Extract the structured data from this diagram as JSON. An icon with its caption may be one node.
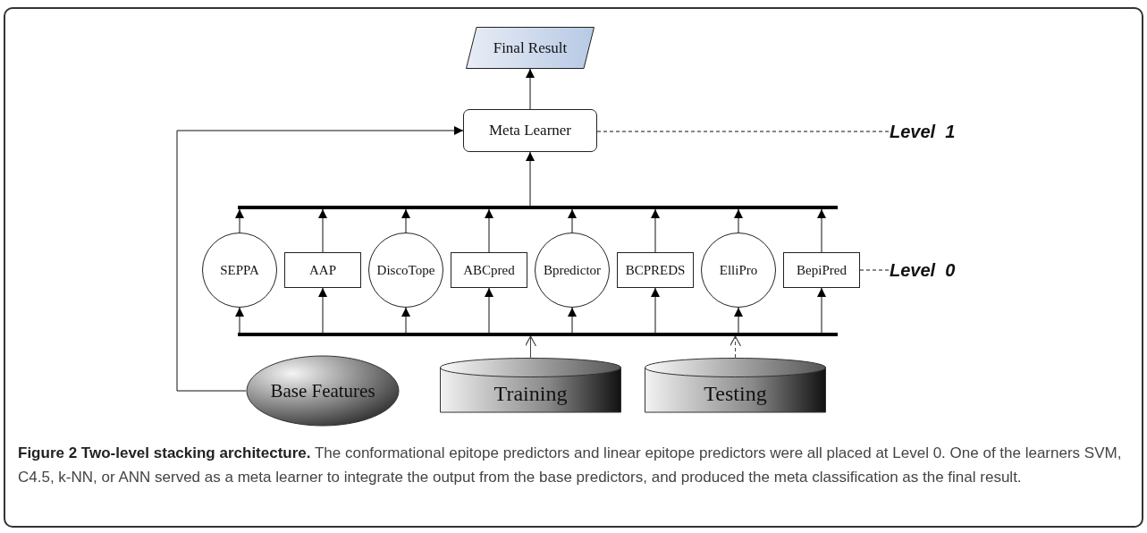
{
  "diagram": {
    "caption": "**Figure 2 Two-level stacking architecture.** The conformational epitope predictors and linear epitope predictors were all placed at Level 0. One of the learners SVM, C4.5, k-NN, or ANN served as a meta learner to integrate the output from the base predictors, and produced the meta classification as the final result.",
    "nodes": [
      {
        "text": [
          "Final Result"
        ]
      },
      {
        "text": [
          "Meta Learner"
        ]
      },
      {
        "text": [
          "Level  1"
        ]
      },
      {
        "text": [],
        "shape": "bar"
      },
      {
        "text": [
          "SEPPA"
        ]
      },
      {
        "text": [
          "AAP"
        ]
      },
      {
        "text": [
          "DiscoTope"
        ]
      },
      {
        "text": [
          "ABCpred"
        ]
      },
      {
        "text": [
          "Bpredictor"
        ]
      },
      {
        "text": [
          "BCPREDS"
        ]
      },
      {
        "text": [
          "ElliPro"
        ]
      },
      {
        "text": [
          "BepiPred"
        ]
      },
      {
        "text": [
          "Level  0"
        ]
      },
      {
        "text": [],
        "shape": "bar"
      },
      {
        "text": [
          "Base Features"
        ]
      },
      {
        "text": [
          "Training"
        ]
      },
      {
        "text": [
          "Testing"
        ]
      }
    ],
    "edges": [
      {
        "from": 1,
        "to": 0,
        "arrow": "to"
      },
      {
        "from": 1,
        "to": 2,
        "arrow": "none",
        "style": "dashed"
      },
      {
        "from": 3,
        "to": 1,
        "arrow": "to"
      },
      {
        "from": 4,
        "to": 3,
        "arrow": "to"
      },
      {
        "from": 5,
        "to": 3,
        "arrow": "to"
      },
      {
        "from": 6,
        "to": 3,
        "arrow": "to"
      },
      {
        "from": 7,
        "to": 3,
        "arrow": "to"
      },
      {
        "from": 8,
        "to": 3,
        "arrow": "to"
      },
      {
        "from": 9,
        "to": 3,
        "arrow": "to"
      },
      {
        "from": 10,
        "to": 3,
        "arrow": "to"
      },
      {
        "from": 11,
        "to": 3,
        "arrow": "to"
      },
      {
        "from": 11,
        "to": 12,
        "arrow": "none",
        "style": "dashed"
      },
      {
        "from": 13,
        "to": 4,
        "arrow": "to"
      },
      {
        "from": 13,
        "to": 5,
        "arrow": "to"
      },
      {
        "from": 13,
        "to": 6,
        "arrow": "to"
      },
      {
        "from": 13,
        "to": 7,
        "arrow": "to"
      },
      {
        "from": 13,
        "to": 8,
        "arrow": "to"
      },
      {
        "from": 13,
        "to": 9,
        "arrow": "to"
      },
      {
        "from": 13,
        "to": 10,
        "arrow": "to"
      },
      {
        "from": 13,
        "to": 11,
        "arrow": "to"
      },
      {
        "from": 15,
        "to": 13,
        "arrow": "to"
      },
      {
        "from": 16,
        "to": 13,
        "arrow": "to",
        "style": "dashed"
      },
      {
        "from": 14,
        "to": 1,
        "arrow": "to"
      }
    ]
  }
}
